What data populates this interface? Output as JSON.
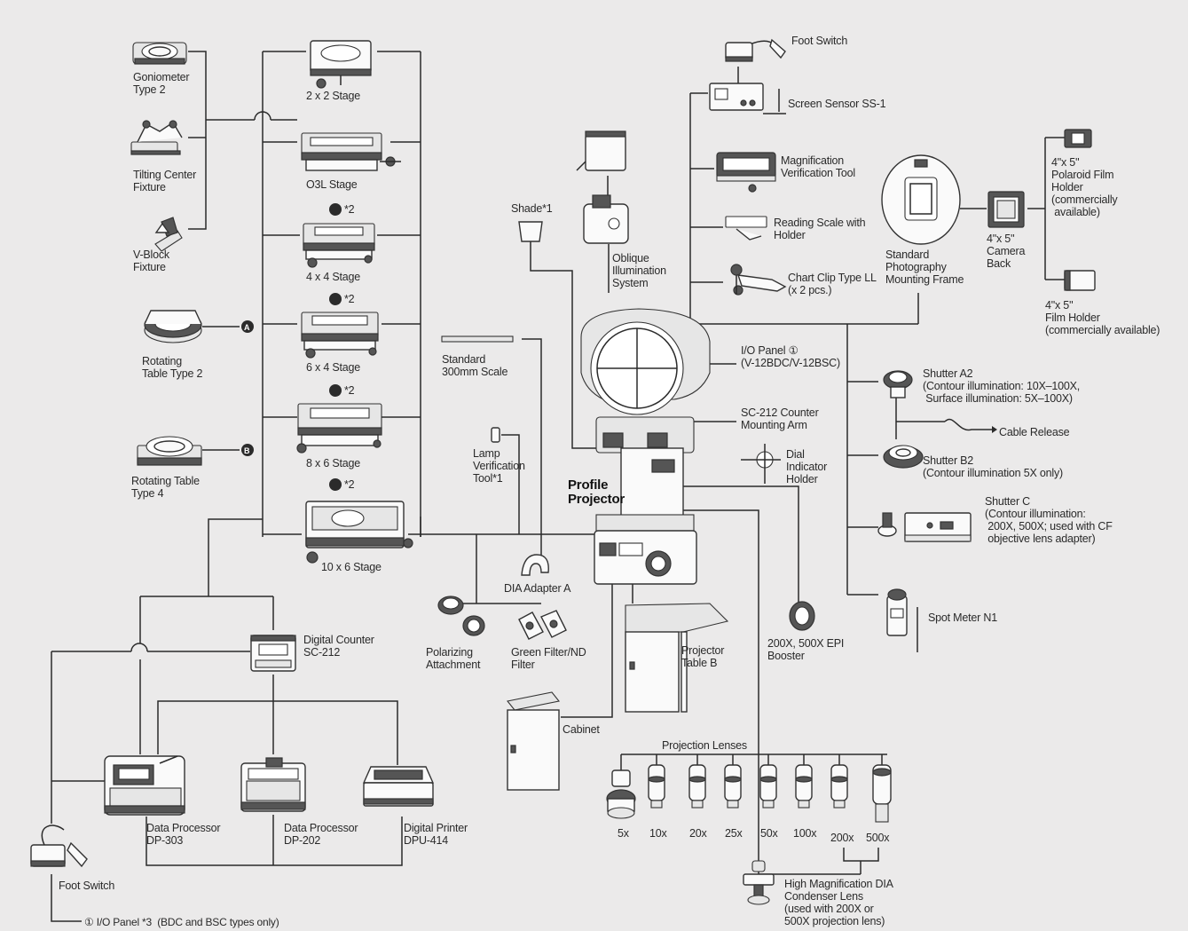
{
  "labels": {
    "goniometer": "Goniometer\nType 2",
    "tilting_center": "Tilting Center\nFixture",
    "vblock": "V-Block\nFixture",
    "rotating_table2": "Rotating\nTable Type 2",
    "rotating_table4": "Rotating Table\nType 4",
    "stage_2x2": "2 x 2 Stage",
    "stage_o3l": "O3L Stage",
    "stage_4x4": "4 x 4 Stage",
    "stage_6x4": "6 x 4 Stage",
    "stage_8x6": "8 x 6 Stage",
    "stage_10x6": "10 x 6 Stage",
    "note_4x4": "*2",
    "note_6x4": "*2",
    "note_8x6": "*2",
    "note_10x6": "*2",
    "marker_a": "A",
    "marker_b": "B",
    "shade": "Shade*1",
    "oblique": "Oblique\nIllumination\nSystem",
    "standard_scale": "Standard\n300mm Scale",
    "lamp_tool": "Lamp\nVerification\nTool*1",
    "profile_projector": "Profile\nProjector",
    "foot_switch_top": "Foot Switch",
    "screen_sensor": "Screen Sensor SS-1",
    "mag_tool": "Magnification\nVerification Tool",
    "reading_scale": "Reading Scale with\nHolder",
    "chart_clip": "Chart Clip Type LL\n(x 2 pcs.)",
    "io_panel_top": "I/O Panel ①\n(V-12BDC/V-12BSC)",
    "sc212_arm": "SC-212 Counter\nMounting Arm",
    "dial_holder": "Dial\nIndicator\nHolder",
    "std_photo_frame": "Standard\nPhotography\nMounting Frame",
    "camera_back": "4\"x 5\"\nCamera\nBack",
    "polaroid_holder": "4\"x 5\"\nPolaroid Film\nHolder\n(commercially\n available)",
    "film_holder": "4\"x 5\"\nFilm Holder\n(commercially available)",
    "shutter_a2": "Shutter A2\n(Contour illumination: 10X–100X,\n Surface illumination: 5X–100X)",
    "cable_release": "Cable Release",
    "shutter_b2": "Shutter B2\n(Contour illumination 5X only)",
    "shutter_c": "Shutter C\n(Contour illumination:\n 200X, 500X; used with CF\n objective lens adapter)",
    "spot_meter": "Spot Meter N1",
    "booster": "200X, 500X EPI\nBooster",
    "projector_table": "Projector\nTable B",
    "cabinet": "Cabinet",
    "dia_adapter": "DIA Adapter A",
    "polarizing": "Polarizing\nAttachment",
    "green_filter": "Green Filter/ND\nFilter",
    "digital_counter": "Digital Counter\nSC-212",
    "dp303": "Data Processor\nDP-303",
    "dp202": "Data Processor\nDP-202",
    "dpu414": "Digital Printer\nDPU-414",
    "foot_switch_bottom": "Foot Switch",
    "io_panel_bottom": "① I/O Panel *3  (BDC and BSC types only)",
    "projection_lenses": "Projection Lenses",
    "lens_5x": "5x",
    "lens_10x": "10x",
    "lens_20x": "20x",
    "lens_25x": "25x",
    "lens_50x": "50x",
    "lens_100x": "100x",
    "lens_200x": "200x",
    "lens_500x": "500x",
    "condenser": "High Magnification DIA\nCondenser Lens\n(used with 200X or\n500X projection lens)"
  }
}
